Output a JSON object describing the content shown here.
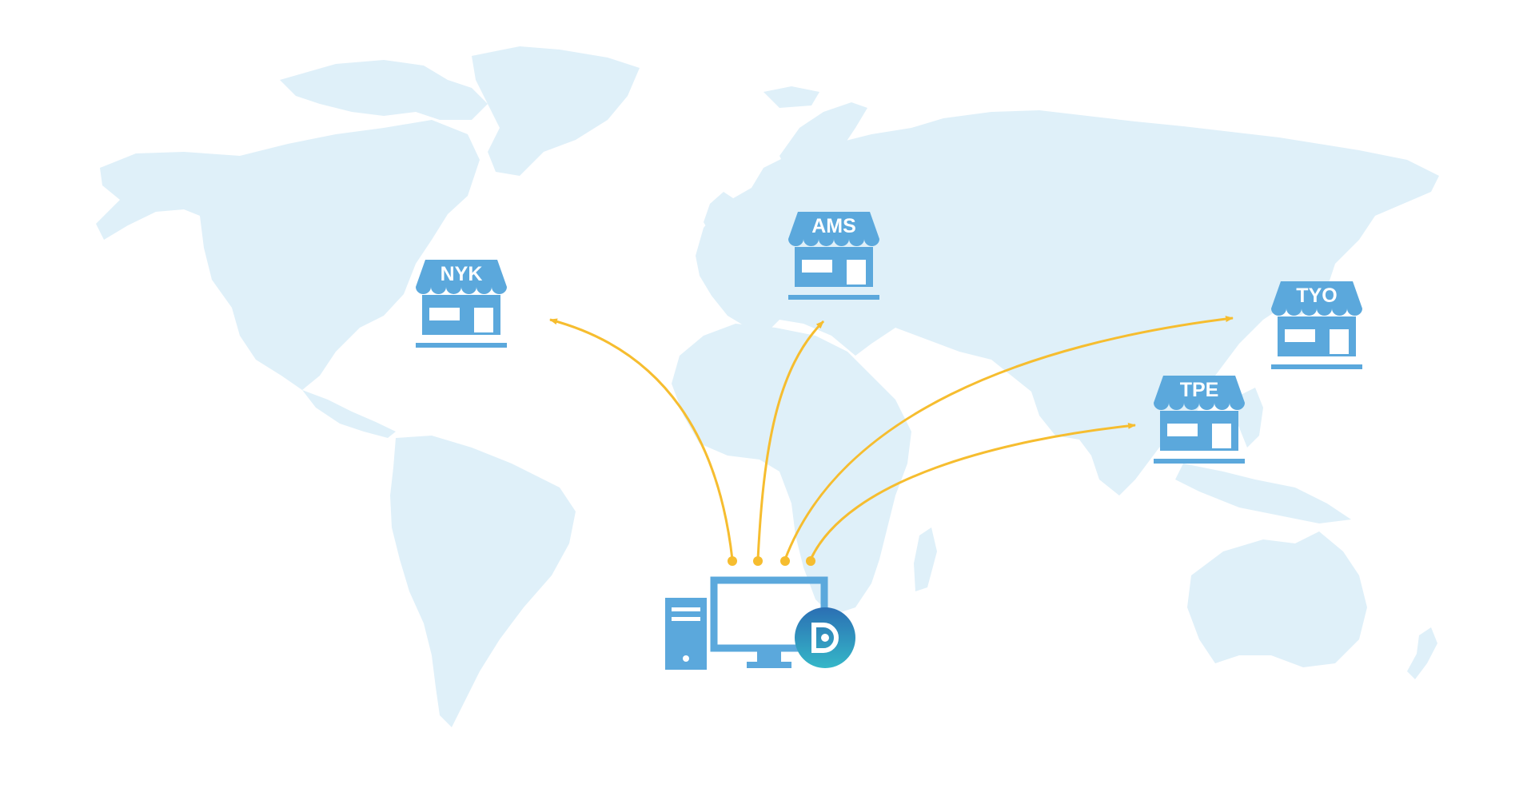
{
  "map": {
    "land_color": "#dff0f9",
    "background": "#ffffff"
  },
  "stores": [
    {
      "id": "nyk",
      "label": "NYK",
      "icon": "storefront-icon"
    },
    {
      "id": "ams",
      "label": "AMS",
      "icon": "storefront-icon"
    },
    {
      "id": "tyo",
      "label": "TYO",
      "icon": "storefront-icon"
    },
    {
      "id": "tpe",
      "label": "TPE",
      "icon": "storefront-icon"
    }
  ],
  "hub": {
    "icons": [
      "desktop-tower-icon",
      "monitor-icon",
      "app-logo-icon"
    ]
  },
  "colors": {
    "store_blue": "#5ba8dc",
    "arrow": "#f6bd2f",
    "logo_top": "#2b6fb3",
    "logo_bottom": "#35b7c8"
  }
}
